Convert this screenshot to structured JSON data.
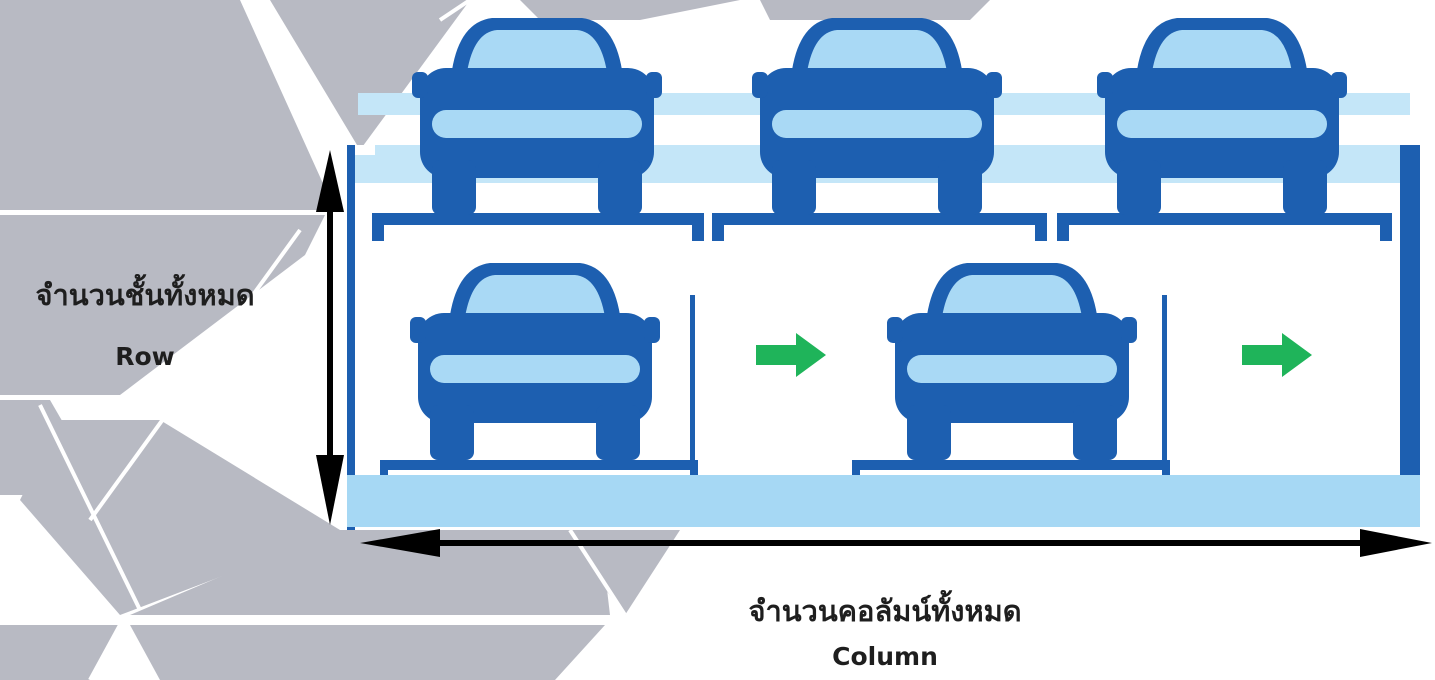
{
  "labels": {
    "row_th": "จำนวนชั้นทั้งหมด",
    "row_en": "Row",
    "column_th": "จำนวนคอลัมน์ทั้งหมด",
    "column_en": "Column"
  },
  "colors": {
    "background_gray": "#b8bac3",
    "car_dark_blue": "#1d5fb0",
    "car_light_blue": "#a9d9f5",
    "rail_light_blue": "#c4e6f8",
    "floor_light_blue": "#a6d8f4",
    "arrow_green": "#1fb45a",
    "dimension_arrow": "#000000"
  },
  "structure": {
    "top_level_cars": 3,
    "bottom_level_cars": 2,
    "shift_arrows": 2,
    "shift_arrow_icon": "right-arrow-icon",
    "car_icon": "car-front-icon"
  }
}
